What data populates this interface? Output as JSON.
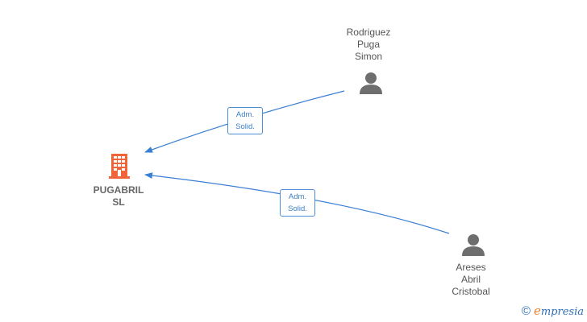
{
  "company": {
    "name_line1": "PUGABRIL",
    "name_line2": "SL",
    "icon_color": "#f0643a"
  },
  "persons": [
    {
      "line1": "Rodriguez",
      "line2": "Puga",
      "line3": "Simon"
    },
    {
      "line1": "Areses",
      "line2": "Abril",
      "line3": "Cristobal"
    }
  ],
  "relations": [
    {
      "role_line1": "Adm.",
      "role_line2": "Solid."
    },
    {
      "role_line1": "Adm.",
      "role_line2": "Solid."
    }
  ],
  "colors": {
    "edge": "#3a7fd4",
    "person_icon": "#6e6e6e",
    "badge_text": "#3a7fc9"
  },
  "watermark": {
    "symbol": "©",
    "brand_first": "e",
    "brand_rest": "mpresia"
  }
}
